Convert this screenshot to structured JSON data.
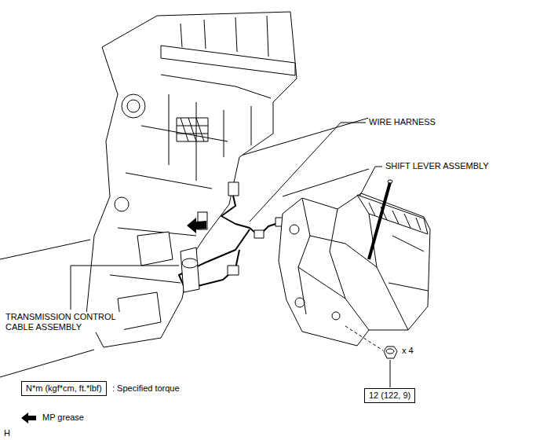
{
  "diagram": {
    "nodes": [
      {
        "text": [
          "12 (122, 9)"
        ]
      },
      {
        "text": [
          "N*m (kgf*cm, ft.*lbf)"
        ]
      }
    ],
    "labels": [
      "WIRE HARNESS",
      "SHIFT LEVER ASSEMBLY",
      "TRANSMISSION CONTROL CABLE ASSEMBLY",
      "x 4",
      "H"
    ],
    "legend": [
      {
        "text": ": Specified torque"
      },
      {
        "text": "MP grease"
      }
    ]
  }
}
